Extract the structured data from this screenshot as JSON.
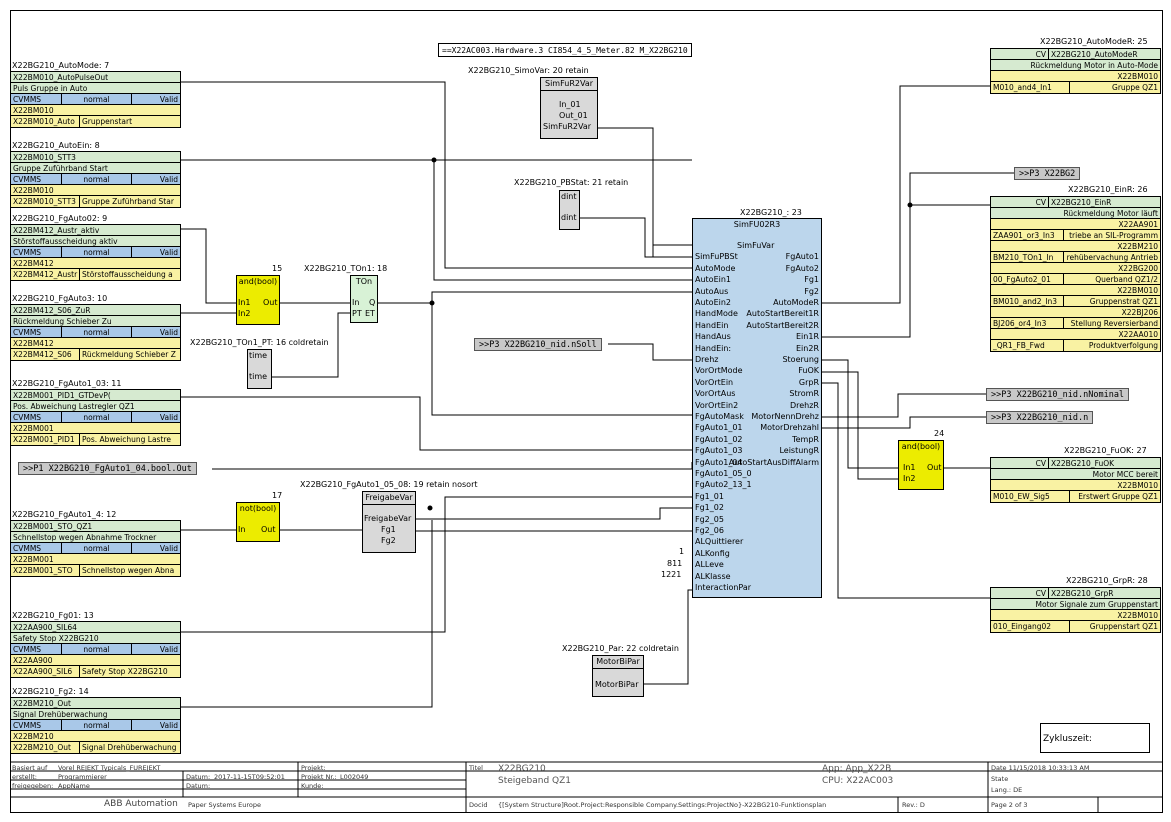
{
  "header": {
    "hw": "==X22AC003.Hardware.3 CI854_4_5_Meter.82 M_X22BG210"
  },
  "left_cards": [
    {
      "label": "X22BG210_AutoMode: 7",
      "rows": [
        "X22BM010_AutoPulseOut",
        "Puls Gruppe in Auto",
        "CVMMS",
        "normal",
        "Valid",
        "X22BM010",
        "X22BM010_Auto",
        "Gruppenstart"
      ]
    },
    {
      "label": "X22BG210_AutoEin: 8",
      "rows": [
        "X22BM010_STT3",
        "Gruppe Zuführband Start",
        "CVMMS",
        "normal",
        "Valid",
        "X22BM010",
        "X22BM010_STT3",
        "Gruppe Zuführband Star"
      ]
    },
    {
      "label": "X22BG210_FgAuto02: 9",
      "rows": [
        "X22BM412_Austr_aktiv",
        "Störstoffausscheidung aktiv",
        "CVMMS",
        "normal",
        "Valid",
        "X22BM412",
        "X22BM412_Austr",
        "Störstoffausscheidung a"
      ]
    },
    {
      "label": "X22BG210_FgAuto3: 10",
      "rows": [
        "X22BM412_S06_ZuR",
        "Rückmeldung Schieber Zu",
        "CVMMS",
        "normal",
        "Valid",
        "X22BM412",
        "X22BM412_S06",
        "Rückmeldung Schieber Z"
      ]
    },
    {
      "label": "X22BG210_FgAuto1_03: 11",
      "rows": [
        "X22BM001_PID1_GTDevP(",
        "Pos. Abweichung Lastregler QZ1",
        "CVMMS",
        "normal",
        "Valid",
        "X22BM001",
        "X22BM001_PID1",
        "Pos. Abweichung Lastre"
      ]
    },
    {
      "label": "X22BG210_FgAuto1_4: 12",
      "rows": [
        "X22BM001_STO_QZ1",
        "Schnellstop wegen Abnahme Trockner",
        "CVMMS",
        "normal",
        "Valid",
        "X22BM001",
        "X22BM001_STO",
        "Schnellstop wegen Abna"
      ]
    },
    {
      "label": "X22BG210_Fg01: 13",
      "rows": [
        "X22AA900_SIL64",
        "Safety Stop X22BG210",
        "CVMMS",
        "normal",
        "Valid",
        "X22AA900",
        "X22AA900_SIL6",
        "Safety Stop X22BG210"
      ]
    },
    {
      "label": "X22BG210_Fg2: 14",
      "rows": [
        "X22BM210_Out",
        "Signal Drehüberwachung",
        "CVMMS",
        "normal",
        "Valid",
        "X22BM210",
        "X22BM210_Out",
        "Signal Drehüberwachung"
      ]
    }
  ],
  "right_cards": {
    "automoder": {
      "label": "X22BG210_AutoModeR: 25",
      "cv": "CV",
      "name": "X22BG210_AutoModeR",
      "desc": "Rückmeldung Motor in Auto-Mode",
      "r1": "X22BM010",
      "a": "M010_and4_In1",
      "b": "Gruppe QZ1"
    },
    "einr": {
      "label": "X22BG210_EinR: 26",
      "cv": "CV",
      "name": "X22BG210_EinR",
      "desc": "Rückmeldung Motor läuft",
      "rows": [
        [
          "X22AA901",
          ""
        ],
        [
          "ZAA901_or3_In3",
          "triebe an SIL-Programm"
        ],
        [
          "X22BM210",
          ""
        ],
        [
          "BM210_TOn1_In",
          "rehübervachung Antrieb"
        ],
        [
          "X22BG200",
          ""
        ],
        [
          "00_FgAuto2_01",
          "Querband QZ1/2"
        ],
        [
          "X22BM010",
          ""
        ],
        [
          "BM010_and2_In3",
          "Gruppenstrat QZ1"
        ],
        [
          "X22BJ206",
          ""
        ],
        [
          "BJ206_or4_In3",
          "Stellung Reversierband"
        ],
        [
          "X22AA010",
          ""
        ],
        [
          "_QR1_FB_Fwd",
          "Produktverfolgung"
        ]
      ]
    },
    "fuok": {
      "label": "X22BG210_FuOK: 27",
      "cv": "CV",
      "name": "X22BG210_FuOK",
      "desc": "Motor MCC bereit",
      "r1": "X22BM010",
      "a": "M010_EW_Sig5",
      "b": "Erstwert Gruppe QZ1"
    },
    "grpr": {
      "label": "X22BG210_GrpR: 28",
      "cv": "CV",
      "name": "X22BG210_GrpR",
      "desc": "Motor Signale zum Gruppenstart",
      "r1": "X22BM010",
      "a": "010_Eingang02",
      "b": "Gruppenstart QZ1"
    }
  },
  "refs": {
    "p3_bg2": ">>P3 X22BG2",
    "p3_nsoll": ">>P3 X22BG210_nid.nSoll",
    "p3_nnom": ">>P3 X22BG210_nid.nNominal",
    "p3_n": ">>P3 X22BG210_nid.n",
    "p1_fg": ">>P1 X22BG210_FgAuto1_04.bool.Out"
  },
  "blocks": {
    "simvar": {
      "label": "X22BG210_SimoVar: 20 retain",
      "title": "SimFuR2Var",
      "pins": [
        "In_01",
        "Out_01",
        "SimFuR2Var"
      ]
    },
    "pbstat": {
      "label": "X22BG210_PBStat: 21 retain",
      "p1": "dint",
      "p2": "dint"
    },
    "and15": {
      "num": "15",
      "title": "and(bool)",
      "in1": "In1",
      "in2": "In2",
      "out": "Out"
    },
    "ton1": {
      "label": "X22BG210_TOn1: 18",
      "title": "TOn",
      "in": "In",
      "q": "Q",
      "pt": "PT",
      "et": "ET"
    },
    "tonpt": {
      "label": "X22BG210_TOn1_PT: 16 coldretain",
      "p1": "time",
      "p2": "time"
    },
    "not17": {
      "num": "17",
      "title": "not(bool)",
      "in": "In",
      "out": "Out"
    },
    "freigabe": {
      "label": "X22BG210_FgAuto1_05_08: 19 retain nosort",
      "title": "FreigabeVar",
      "pins": [
        "FreigabeVar",
        "Fg1",
        "Fg2"
      ]
    },
    "and24": {
      "num": "24",
      "title": "and(bool)",
      "in1": "In1",
      "in2": "In2",
      "out": "Out"
    },
    "par": {
      "label": "X22BG210_Par: 22 coldretain",
      "p1": "MotorBiPar",
      "p2": "MotorBiPar"
    }
  },
  "main": {
    "label": "X22BG210_: 23",
    "title": "SimFU02R3",
    "left_pins": [
      "SimFuVar",
      "SimFuPBSt",
      "AutoMode",
      "AutoEin1",
      "AutoAus",
      "AutoEin2",
      "HandMode",
      "HandEin",
      "HandAus",
      "HandEin:",
      "Drehz",
      "VorOrtMode",
      "VorOrtEin",
      "VorOrtAus",
      "VorOrtEin2",
      "FgAutoMask",
      "FgAuto1_01",
      "FgAuto1_02",
      "FgAuto1_03",
      "FgAuto1_04",
      "FgAuto1_05_0",
      "FgAuto2_13_1",
      "Fg1_01",
      "Fg1_02",
      "Fg2_05",
      "Fg2_06",
      "ALQuittierer",
      "ALKonfig",
      "ALLeve",
      "ALKlasse",
      "InteractionPar"
    ],
    "right_pins": [
      "",
      "FgAuto1",
      "FgAuto2",
      "Fg1",
      "Fg2",
      "AutoModeR",
      "AutoStartBereit1R",
      "AutoStartBereit2R",
      "Ein1R",
      "Ein2R",
      "Stoerung",
      "FuOK",
      "GrpR",
      "StromR",
      "DrehzR",
      "MotorNennDrehz",
      "MotorDrehzahl",
      "TempR",
      "LeistungR",
      "AutoStartAusDiffAlarm"
    ],
    "const_1": "1",
    "const_811": "811",
    "const_1221": "1221"
  },
  "cycle": "Zykluszeit:",
  "titleblock": {
    "basiert_k": "Basiert auf",
    "basiert_v": "Vorel REJEKT Typicals_FUREJEKT",
    "erstellt_k": "erstellt:",
    "erstellt_v": "Programmierer",
    "datum_k": "Datum:",
    "datum_v": "2017-11-15T09:52:01",
    "freigegeben_k": "freigegeben:",
    "freigegeben_v": "AppName",
    "projekt_k": "Projekt:",
    "projekt_nr_k": "Projekt Nr.:",
    "projekt_nr_v": "L002049",
    "kunde_k": "Kunde:",
    "company": "ABB Automation",
    "company2": "Paper Systems Europe",
    "titel_k": "Titel",
    "titel_v": "X22BG210",
    "titel_v2": "Steigeband QZ1",
    "app": "App: App_X22B",
    "cpu": "CPU: X22AC003",
    "date": "Date 11/15/2018 10:33:13 AM",
    "state": "State",
    "lang": "Lang.: DE",
    "docid_k": "Docid",
    "docid_v": "{[System Structure]Root.Project:Responsible Company.Settings:ProjectNo}-X22BG210-Funktionsplan",
    "rev": "Rev.: D",
    "page": "Page 2 of 3"
  }
}
